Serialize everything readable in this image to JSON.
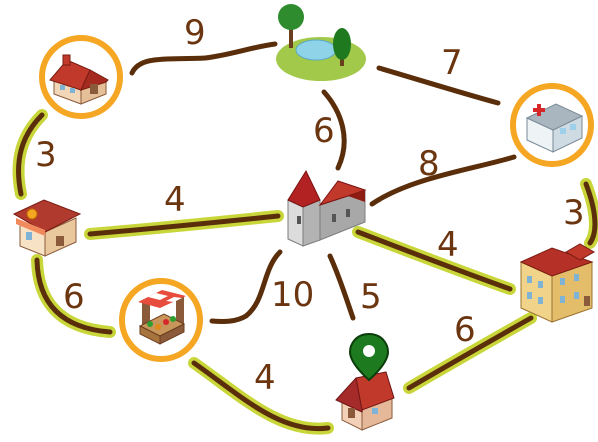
{
  "colors": {
    "road": "#5a2e0a",
    "highlight": "#c9d63a",
    "ring": "#f5a623",
    "label": "#6b3510",
    "pin": "#1e7a1e"
  },
  "places": {
    "farmhouse": {
      "icon": "farmhouse-icon",
      "ringed": true
    },
    "park": {
      "icon": "park-icon",
      "ringed": false
    },
    "hospital": {
      "icon": "hospital-icon",
      "ringed": true
    },
    "church": {
      "icon": "church-icon",
      "ringed": false
    },
    "cafe": {
      "icon": "cafe-icon",
      "ringed": false
    },
    "school": {
      "icon": "school-icon",
      "ringed": false
    },
    "market": {
      "icon": "market-stall-icon",
      "ringed": true
    },
    "home": {
      "icon": "home-icon",
      "ringed": false,
      "marker": "location-pin-icon"
    }
  },
  "edges": [
    {
      "id": "farmhouse-park",
      "weight": "9",
      "highlighted": false
    },
    {
      "id": "park-hospital",
      "weight": "7",
      "highlighted": false
    },
    {
      "id": "park-church",
      "weight": "6",
      "highlighted": false
    },
    {
      "id": "farmhouse-cafe",
      "weight": "3",
      "highlighted": true
    },
    {
      "id": "cafe-church",
      "weight": "4",
      "highlighted": true
    },
    {
      "id": "church-hospital",
      "weight": "8",
      "highlighted": false
    },
    {
      "id": "hospital-school",
      "weight": "3",
      "highlighted": true
    },
    {
      "id": "church-school",
      "weight": "4",
      "highlighted": true
    },
    {
      "id": "cafe-market",
      "weight": "6",
      "highlighted": true
    },
    {
      "id": "church-market",
      "weight": "10",
      "highlighted": false
    },
    {
      "id": "church-home",
      "weight": "5",
      "highlighted": false
    },
    {
      "id": "home-school",
      "weight": "6",
      "highlighted": true
    },
    {
      "id": "market-home",
      "weight": "4",
      "highlighted": true
    }
  ]
}
